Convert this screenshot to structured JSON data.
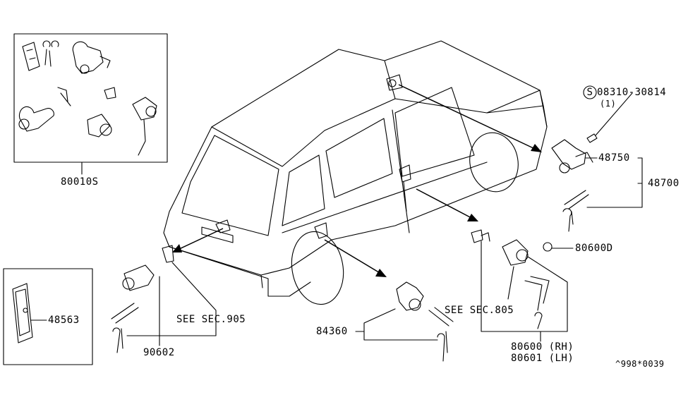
{
  "parts": {
    "kit_set": "80010S",
    "screw": "08310-30814",
    "screw_qty": "(1)",
    "screw_prefix": "S",
    "door_lock_cyl": "48750",
    "steering_lock_assy": "48700",
    "ring": "80600D",
    "spare_key_holder": "48563",
    "back_door_cyl": "84360",
    "see_sec_805": "SEE SEC.805",
    "see_sec_905": "SEE SEC.905",
    "tailgate_cyl": "90602",
    "door_cyl_rh": "80600 (RH)",
    "door_cyl_lh": "80601 (LH)",
    "diagram_code": "^998*0039"
  }
}
